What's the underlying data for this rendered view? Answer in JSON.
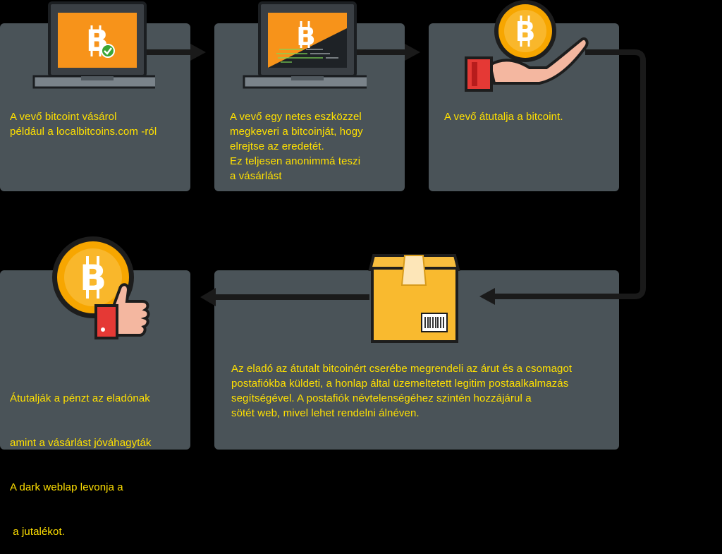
{
  "colors": {
    "background": "#000000",
    "card": "#4a5358",
    "text": "#ffe000",
    "coin": "#f7a600",
    "accent_orange": "#f7931a"
  },
  "steps": [
    {
      "icon": "laptop-bitcoin-checkmark",
      "lines": [
        "A vevő bitcoint vásárol",
        "például a localbitcoins.com -ról"
      ]
    },
    {
      "icon": "laptop-bitcoin-code",
      "lines": [
        "A vevő egy netes eszközzel",
        "megkeveri a bitcoinját, hogy",
        "elrejtse az eredetét.",
        "Ez teljesen anonimmá teszi",
        "a vásárlást"
      ]
    },
    {
      "icon": "hand-holding-bitcoin",
      "lines": [
        "A vevő átutalja a bitcoint."
      ]
    },
    {
      "icon": "package-box",
      "lines": [
        "Az eladó az átutalt bitcoinért cserébe megrendeli az árut és a csomagot",
        "postafiókba küldeti, a honlap által üzemeltetett legitim postaalkalmazás",
        "segítségével. A postafiók névtelenségéhez szintén hozzájárul a",
        "sötét web, mivel lehet rendelni álnéven."
      ]
    },
    {
      "icon": "thumbs-up-bitcoin",
      "lines": [
        "Átutalják a pénzt az eladónak",
        "amint a vásárlást jóváhagyták",
        "A dark weblap levonja a",
        " a jutalékot."
      ]
    }
  ]
}
